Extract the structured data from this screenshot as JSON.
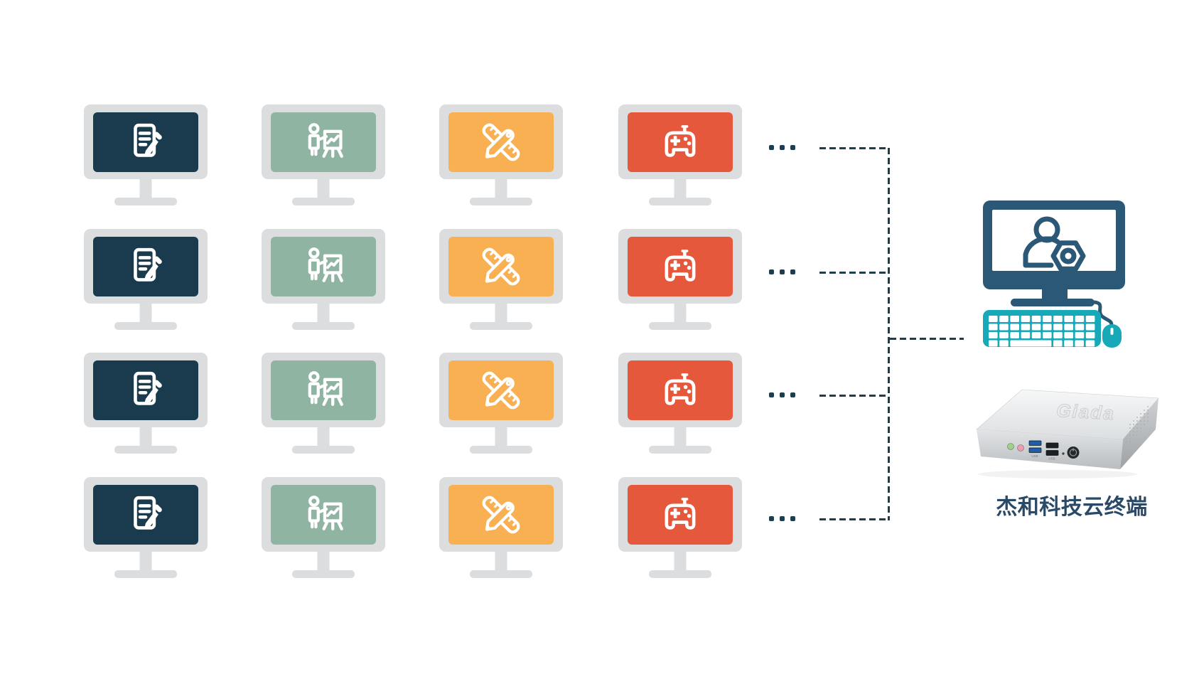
{
  "palette": {
    "background": "#ffffff",
    "monitor_frame": "#dcdddf",
    "icon_white": "#ffffff",
    "connector": "#1d3e50",
    "terminal_navy": "#2b5876",
    "terminal_teal": "#18a9b8",
    "label_text": "#2b4a68"
  },
  "grid": {
    "rows": 4,
    "row_ellipsis": "...",
    "ellipsis_dots": 3,
    "columns": [
      {
        "name": "office-documents",
        "icon": "document-pencil-icon",
        "screen_color": "#1a3b4d"
      },
      {
        "name": "presentation",
        "icon": "presenter-chart-icon",
        "screen_color": "#8fb4a1"
      },
      {
        "name": "design",
        "icon": "ruler-pencil-icon",
        "screen_color": "#f8b053"
      },
      {
        "name": "gaming",
        "icon": "gamepad-icon",
        "screen_color": "#e5583b"
      }
    ]
  },
  "terminal": {
    "label": "杰和科技云终端",
    "screen_icon": "user-gear-icon",
    "device": {
      "logo": "Giada",
      "usb_label": "USB"
    }
  }
}
